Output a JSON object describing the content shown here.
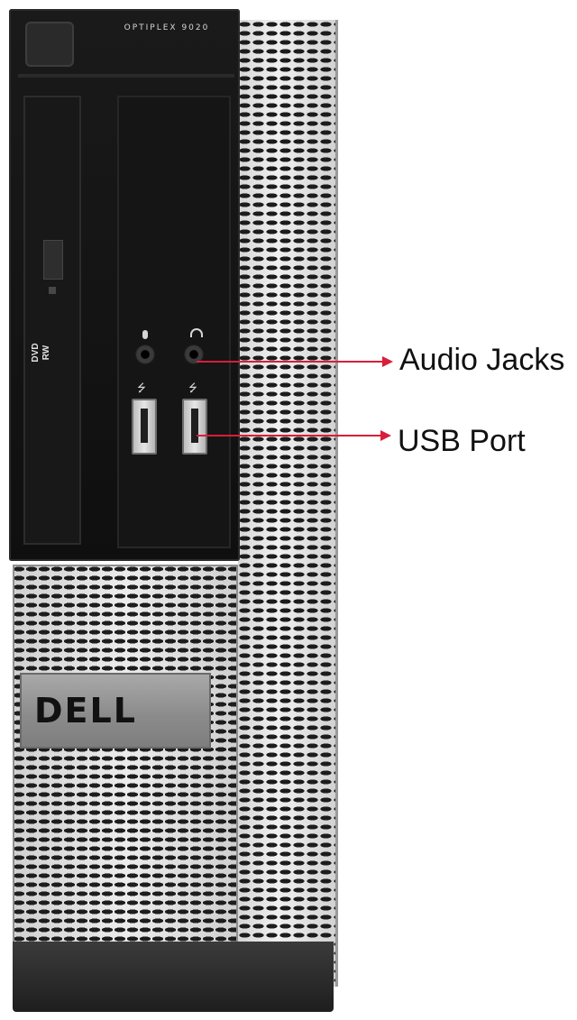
{
  "product": {
    "model_label": "OPTIPLEX 9020",
    "brand_logo": "DELL",
    "drive_logo": "DVD RW"
  },
  "callouts": {
    "audio_jacks": "Audio Jacks",
    "usb_port": "USB Port"
  },
  "colors": {
    "callout_arrow": "#d81e3a",
    "bezel": "#111111",
    "chassis_metal": "#e2e2e2"
  },
  "icons": [
    "microphone-icon",
    "headphone-icon",
    "usb-icon"
  ]
}
